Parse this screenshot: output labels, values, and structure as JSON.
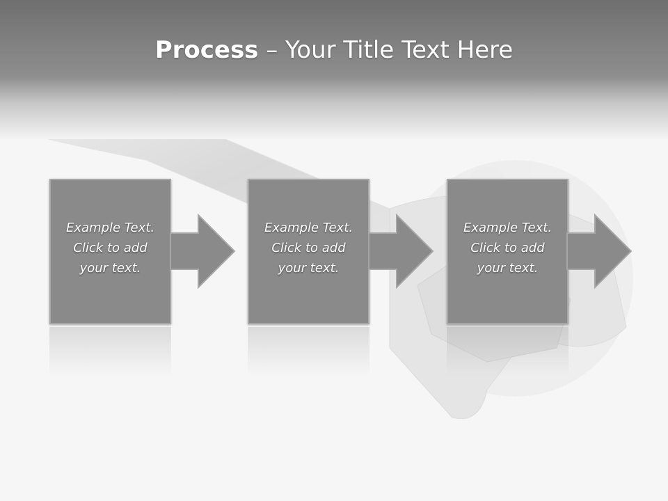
{
  "slide": {
    "title_bold": "Process",
    "title_rest": " – Your Title Text Here"
  },
  "steps": [
    {
      "lines": [
        "Example Text.",
        "Click  to add",
        "your text."
      ]
    },
    {
      "lines": [
        "Example Text.",
        "Click  to add",
        "your text."
      ]
    },
    {
      "lines": [
        "Example Text.",
        "Click  to add",
        "your text."
      ]
    }
  ],
  "colors": {
    "box_fill": "#8a8a8a",
    "box_border": "#a7a7a7",
    "title_text": "#ffffff"
  },
  "icons": {
    "background_image": "wrench-and-nut-icon",
    "step_arrow": "arrow-right-icon"
  }
}
